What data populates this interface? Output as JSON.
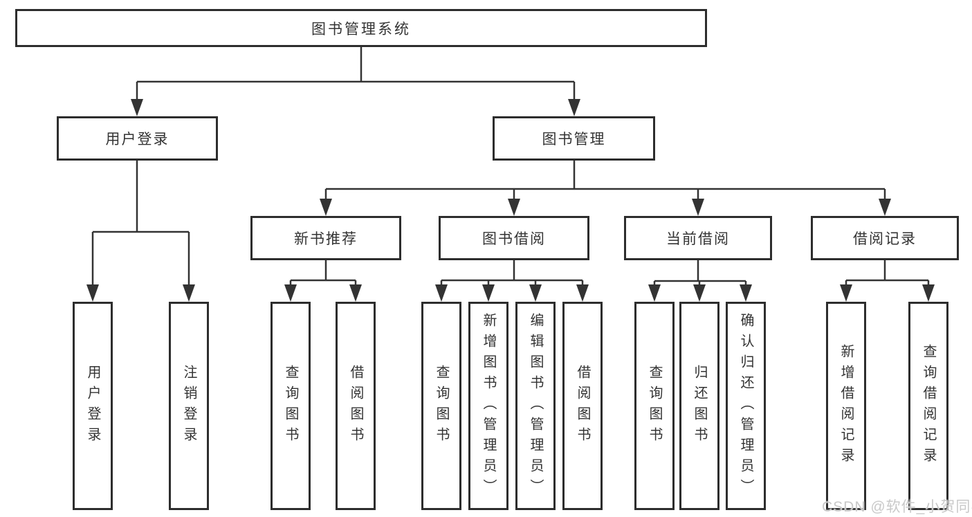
{
  "palette": {
    "line": "#333333",
    "box_border": "#2d2d2d",
    "box_fill": "#ffffff",
    "text": "#333333",
    "watermark_color": "#c9c9c9",
    "background": "#ffffff"
  },
  "diagram": {
    "root": {
      "label": "图书管理系统"
    },
    "branches": [
      {
        "label": "用户登录",
        "children": [
          {
            "label": "用户登录"
          },
          {
            "label": "注销登录"
          }
        ]
      },
      {
        "label": "图书管理",
        "groups": [
          {
            "label": "新书推荐",
            "children": [
              {
                "label": "查询图书"
              },
              {
                "label": "借阅图书"
              }
            ]
          },
          {
            "label": "图书借阅",
            "children": [
              {
                "label": "查询图书"
              },
              {
                "label": "新增图书（管理员）"
              },
              {
                "label": "编辑图书（管理员）"
              },
              {
                "label": "借阅图书"
              }
            ]
          },
          {
            "label": "当前借阅",
            "children": [
              {
                "label": "查询图书"
              },
              {
                "label": "归还图书"
              },
              {
                "label": "确认归还（管理员）"
              }
            ]
          },
          {
            "label": "借阅记录",
            "children": [
              {
                "label": "新增借阅记录"
              },
              {
                "label": "查询借阅记录"
              }
            ]
          }
        ]
      }
    ]
  },
  "watermark": {
    "text": "CSDN @软件_小贺同学"
  }
}
